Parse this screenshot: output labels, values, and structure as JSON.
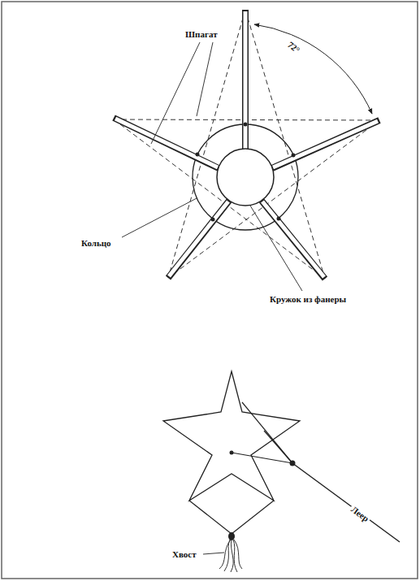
{
  "diagram": {
    "labels": [
      "Шпагат",
      "72°",
      "Кольцо",
      "Кружок из фанеры",
      "Леер",
      "Хвост"
    ]
  }
}
